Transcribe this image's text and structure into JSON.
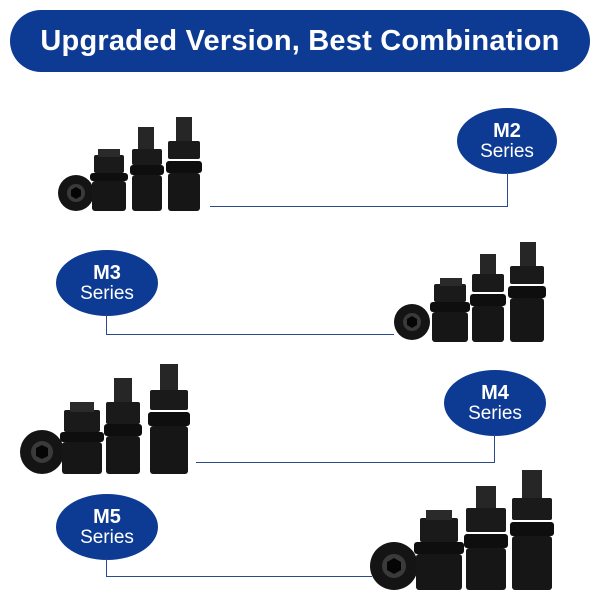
{
  "banner": {
    "title": "Upgraded Version, Best Combination"
  },
  "colors": {
    "brand": "#0d3a92",
    "hardware": "#141414",
    "line": "#2a4a8a"
  },
  "series": [
    {
      "size": "M2",
      "label": "Series"
    },
    {
      "size": "M3",
      "label": "Series"
    },
    {
      "size": "M4",
      "label": "Series"
    },
    {
      "size": "M5",
      "label": "Series"
    }
  ],
  "icons": [
    "socket-cap-screw-icon",
    "nut-icon",
    "bolt-nut-washer-icon"
  ]
}
